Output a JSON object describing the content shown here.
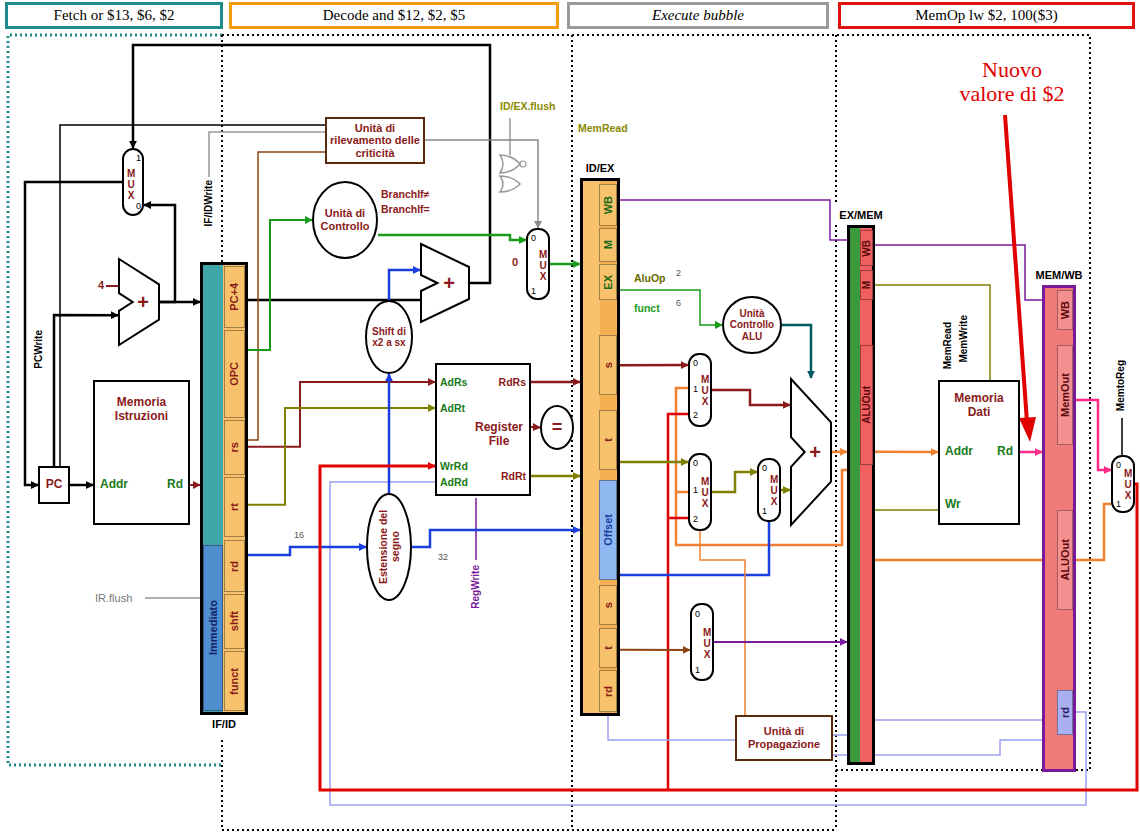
{
  "diagram": {
    "nodes": [
      {
        "text": [
          "Fetch or $13, $6, $2"
        ]
      },
      {
        "text": [
          "Decode and $12, $2, $5"
        ]
      },
      {
        "text": [
          "Execute bubble"
        ]
      },
      {
        "text": [
          "MemOp lw $2, 100($3)"
        ]
      },
      {
        "text": [
          "1",
          "MUX",
          "0"
        ]
      },
      {
        "text": [
          "+"
        ]
      },
      {
        "text": [
          "PC"
        ]
      },
      {
        "text": [
          "Memoria Istruzioni",
          "Addr",
          "Rd"
        ]
      },
      {
        "text": [
          "IF/ID"
        ]
      },
      {
        "text": [
          "PC+4"
        ],
        "in": 8
      },
      {
        "text": [
          "OPC"
        ],
        "in": 8
      },
      {
        "text": [
          "rs"
        ],
        "in": 8
      },
      {
        "text": [
          "rt"
        ],
        "in": 8
      },
      {
        "text": [
          "rd"
        ],
        "in": 8
      },
      {
        "text": [
          "shft"
        ],
        "in": 8
      },
      {
        "text": [
          "funct"
        ],
        "in": 8
      },
      {
        "text": [
          "Immediato"
        ],
        "in": 8
      },
      {
        "text": [
          "Unità di rilevamento delle criticità"
        ]
      },
      {
        "text": [
          "Unità di Controllo"
        ]
      },
      {
        "text": [
          "0",
          "MUX",
          "1"
        ]
      },
      {
        "text": [
          "+"
        ]
      },
      {
        "text": [
          "Shift di x2 a sx"
        ]
      },
      {
        "text": [
          "Register File",
          "AdRs",
          "AdRt",
          "WrRd",
          "AdRd",
          "RdRs",
          "RdRt"
        ]
      },
      {
        "text": [
          "="
        ]
      },
      {
        "text": [
          "Estensione del segno"
        ]
      },
      {
        "text": [
          "ID/EX"
        ]
      },
      {
        "text": [
          "WB"
        ],
        "in": 25
      },
      {
        "text": [
          "M"
        ],
        "in": 25
      },
      {
        "text": [
          "EX"
        ],
        "in": 25
      },
      {
        "text": [
          "s"
        ],
        "in": 25
      },
      {
        "text": [
          "t"
        ],
        "in": 25
      },
      {
        "text": [
          "Offset"
        ],
        "in": 25
      },
      {
        "text": [
          "s"
        ],
        "in": 25
      },
      {
        "text": [
          "t"
        ],
        "in": 25
      },
      {
        "text": [
          "rd"
        ],
        "in": 25
      },
      {
        "text": [
          "Unità Controllo ALU"
        ]
      },
      {
        "text": [
          "0",
          "1",
          "2",
          "MUX"
        ]
      },
      {
        "text": [
          "0",
          "1",
          "2",
          "MUX"
        ]
      },
      {
        "text": [
          "0",
          "MUX",
          "1"
        ]
      },
      {
        "text": [
          "+"
        ]
      },
      {
        "text": [
          "0",
          "MUX",
          "1"
        ]
      },
      {
        "text": [
          "Unità di Propagazione"
        ]
      },
      {
        "text": [
          "EX/MEM"
        ]
      },
      {
        "text": [
          "WB"
        ],
        "in": 42
      },
      {
        "text": [
          "M"
        ],
        "in": 42
      },
      {
        "text": [
          "ALUOut"
        ],
        "in": 42
      },
      {
        "text": [
          "Memoria Dati",
          "Addr",
          "Rd",
          "Wr"
        ]
      },
      {
        "text": [
          "MEM/WB"
        ]
      },
      {
        "text": [
          "WB"
        ],
        "in": 47
      },
      {
        "text": [
          "MemOut"
        ],
        "in": 47
      },
      {
        "text": [
          "ALUOut"
        ],
        "in": 47
      },
      {
        "text": [
          "rd"
        ],
        "in": 47
      },
      {
        "text": [
          "0",
          "MUX",
          "1"
        ]
      }
    ],
    "edges": [
      {
        "from": 4,
        "to": 6,
        "arrow": "to"
      },
      {
        "from": 6,
        "to": 7,
        "arrow": "to"
      },
      {
        "from": 6,
        "to": 5,
        "arrow": "to"
      },
      {
        "from": 5,
        "to": 8,
        "arrow": "to"
      },
      {
        "from": 5,
        "to": 4,
        "arrow": "to"
      },
      {
        "from": 7,
        "to": 8,
        "arrow": "to"
      },
      {
        "from": 8,
        "to": 22,
        "arrow": "to"
      },
      {
        "from": 8,
        "to": 22,
        "arrow": "to"
      },
      {
        "from": 8,
        "to": 18,
        "arrow": "to"
      },
      {
        "from": 8,
        "to": 24,
        "arrow": "to"
      },
      {
        "from": 24,
        "to": 25,
        "arrow": "to"
      },
      {
        "from": 24,
        "to": 21,
        "arrow": "to"
      },
      {
        "from": 21,
        "to": 20,
        "arrow": "to"
      },
      {
        "from": 20,
        "to": 4,
        "arrow": "to"
      },
      {
        "from": 18,
        "to": 19,
        "arrow": "to"
      },
      {
        "from": 19,
        "to": 25,
        "arrow": "to"
      },
      {
        "from": 17,
        "to": 19,
        "arrow": "to"
      },
      {
        "from": 22,
        "to": 25,
        "arrow": "to"
      },
      {
        "from": 22,
        "to": 23,
        "arrow": "to"
      },
      {
        "from": 22,
        "to": 25,
        "arrow": "to"
      },
      {
        "from": 25,
        "to": 35,
        "arrow": "to"
      },
      {
        "from": 25,
        "to": 36,
        "arrow": "to"
      },
      {
        "from": 25,
        "to": 37,
        "arrow": "to"
      },
      {
        "from": 36,
        "to": 39,
        "arrow": "to"
      },
      {
        "from": 37,
        "to": 38,
        "arrow": "to"
      },
      {
        "from": 38,
        "to": 39,
        "arrow": "to"
      },
      {
        "from": 35,
        "to": 39,
        "arrow": "to"
      },
      {
        "from": 39,
        "to": 42,
        "arrow": "to"
      },
      {
        "from": 25,
        "to": 40,
        "arrow": "to"
      },
      {
        "from": 40,
        "to": 42,
        "arrow": "to"
      },
      {
        "from": 42,
        "to": 46,
        "arrow": "to"
      },
      {
        "from": 46,
        "to": 47,
        "arrow": "to"
      },
      {
        "from": 47,
        "to": 52,
        "arrow": "to"
      },
      {
        "from": 52,
        "to": 22,
        "arrow": "to"
      }
    ],
    "labels": [
      "PCWrite",
      "4",
      "IF/IDWrite",
      "IR.flush",
      "BranchIf≠",
      "BranchIf=",
      "ID/EX.flush",
      "MemRead",
      "0",
      "16",
      "32",
      "RegWrite",
      "AluOp",
      "2",
      "funct",
      "6",
      "MemRead",
      "MemWrite",
      "MemtoReg",
      "Nuovo valore di $2"
    ]
  }
}
